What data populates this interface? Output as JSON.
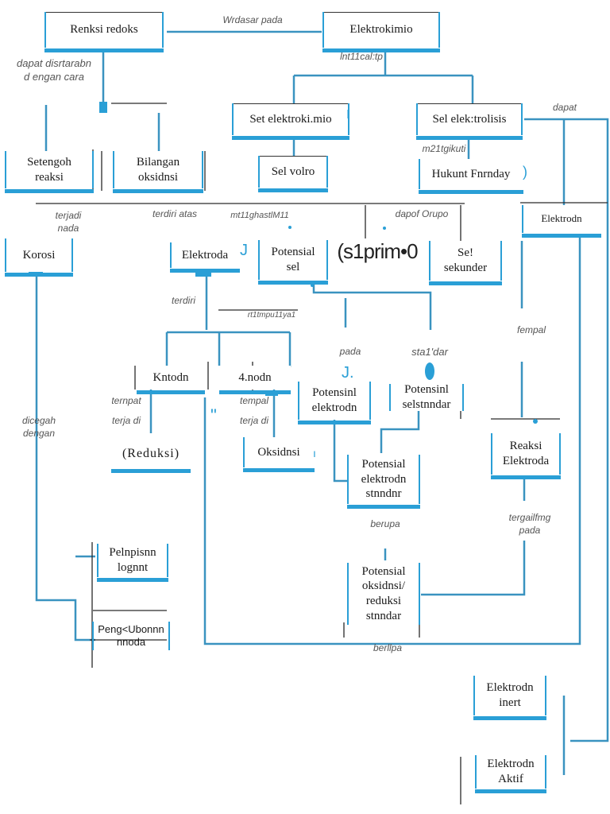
{
  "colors": {
    "accent": "#2a9fd6",
    "line": "#3a93c0",
    "text": "#1a1a1a",
    "label": "#555555"
  },
  "nodes": {
    "reaksi_redoks": "Renksi redoks",
    "elektrokimia": "Elektrokimio",
    "setengah_reaksi": "Setengoh\nreaksi",
    "bilangan_oksidasi": "Bilangan\noksidnsi",
    "sel_elektrokimia": "Set elektroki.mio",
    "sel_elektrolisis": "Sel elek:trolisis",
    "sel_volta": "Sel volro",
    "hukum_faraday": "Hukunt Fnrnday",
    "elektroda_kanan": "Elektrodn",
    "korosi": "Korosi",
    "elektroda": "Elektroda",
    "potensial_sel": "Potensial\nsel",
    "sel_primer": "(s1prim•0",
    "sel_sekunder": "Se!\nsekunder",
    "katoda": "Kntodn",
    "anoda": "4.nodn",
    "potensial_elektroda": "Potensinl\nelektrodn",
    "potensial_sel_standar": "Potensinl\nselstnndar",
    "reduksi": "(Reduksi)",
    "oksidasi": "Oksidnsi",
    "potensial_elektroda_standar": "Potensial\nelektrodn\nstnndnr",
    "reaksi_elektroda": "Reaksi\nElektroda",
    "potensial_oksidasi_reduksi": "Potensial\noksidnsi/\nreduksi\nstnndar",
    "pelapisan_logam": "Pelnpisnn\nlognnt",
    "pengorbanan_anoda": "Peng<Ubonnn\nnnoda",
    "elektroda_inert": "Elektrodn\ninert",
    "elektroda_aktif": "Elektrodn\nAktif"
  },
  "labels": {
    "berdasar_pada": "Wrdasar pada",
    "dapat_distarakan": "dapat disrtarabn\nd engan cara",
    "intinya": "lnt11cal:tp",
    "dapat_kanan": "dapat",
    "mengikuti": "m21tgikuti",
    "terjadi_pada": "terjadi\nnada",
    "terdiri_atas": "terdiri atas",
    "menghasilkan": "mt11ghastlM11",
    "dapat_berupa": "dapof Orupo",
    "terdiri": "terdiri",
    "tempat_tengah": "rt1tmpu11ya1",
    "tempat_kanan": "fempal",
    "pada": "pada",
    "standar": "sta1'dar",
    "tempat_katoda": "ternpat",
    "terjadi_katoda": "terja di",
    "tempat_anoda": "tempal",
    "terjadi_anoda": "terja di",
    "dicegah_dengan": "dicegah\ndengan",
    "berupa": "berupa",
    "tergantung_pada": "tergailfmg\npada",
    "berupa_bawah": "berllpa"
  },
  "decorations": {
    "mark_sel_elektrokimia": "I",
    "mark_elektroda": "J",
    "mark_j": "J.",
    "mark_quote": "\"",
    "mark_oksidasi": "ı",
    "mark_hukum": ")"
  }
}
